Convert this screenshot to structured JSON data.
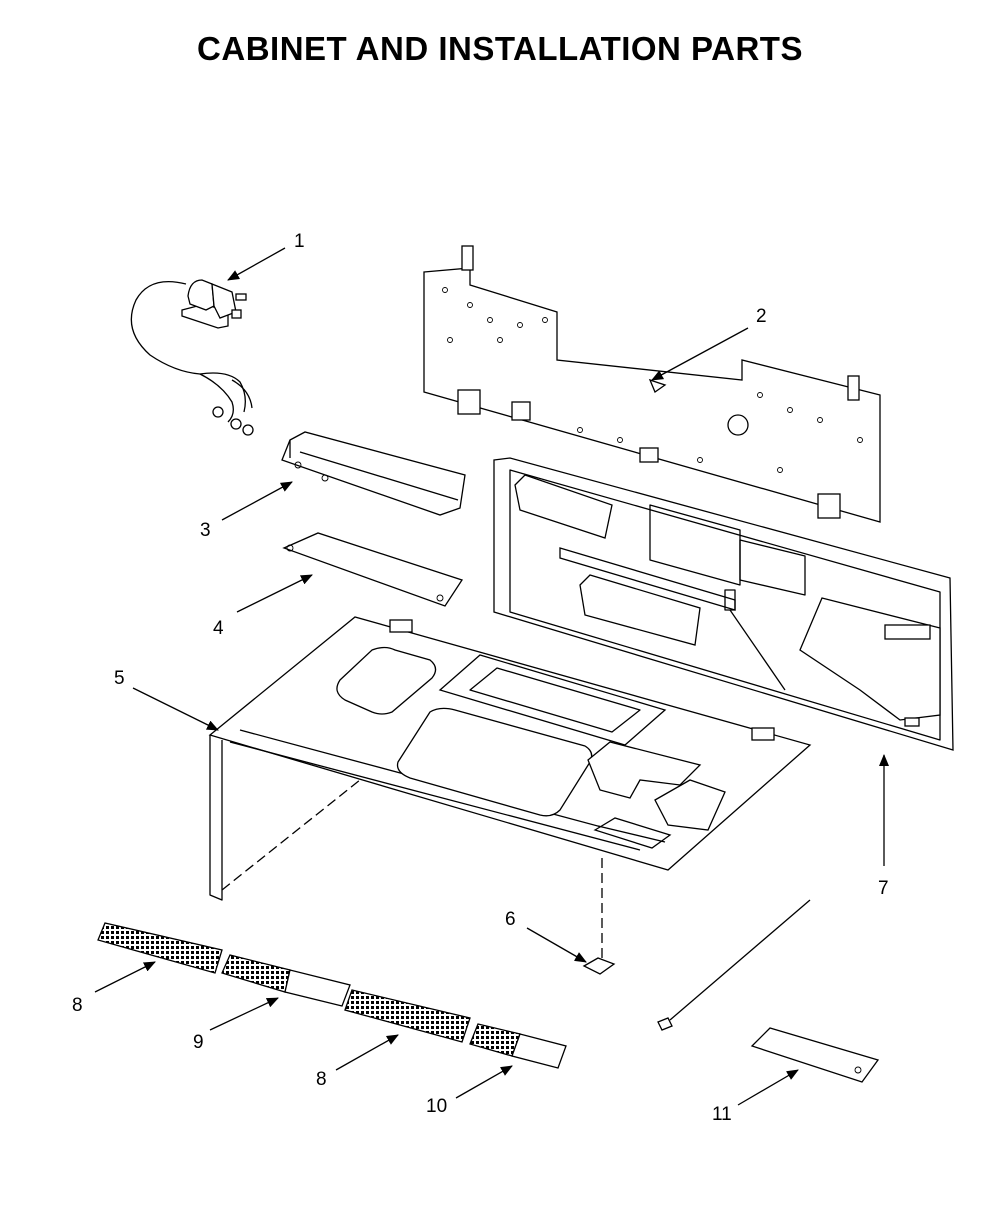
{
  "title": "CABINET AND INSTALLATION PARTS",
  "callouts": {
    "c1": "1",
    "c2": "2",
    "c3": "3",
    "c4": "4",
    "c5": "5",
    "c6": "6",
    "c7": "7",
    "c8a": "8",
    "c8b": "8",
    "c9": "9",
    "c10": "10",
    "c11": "11"
  }
}
